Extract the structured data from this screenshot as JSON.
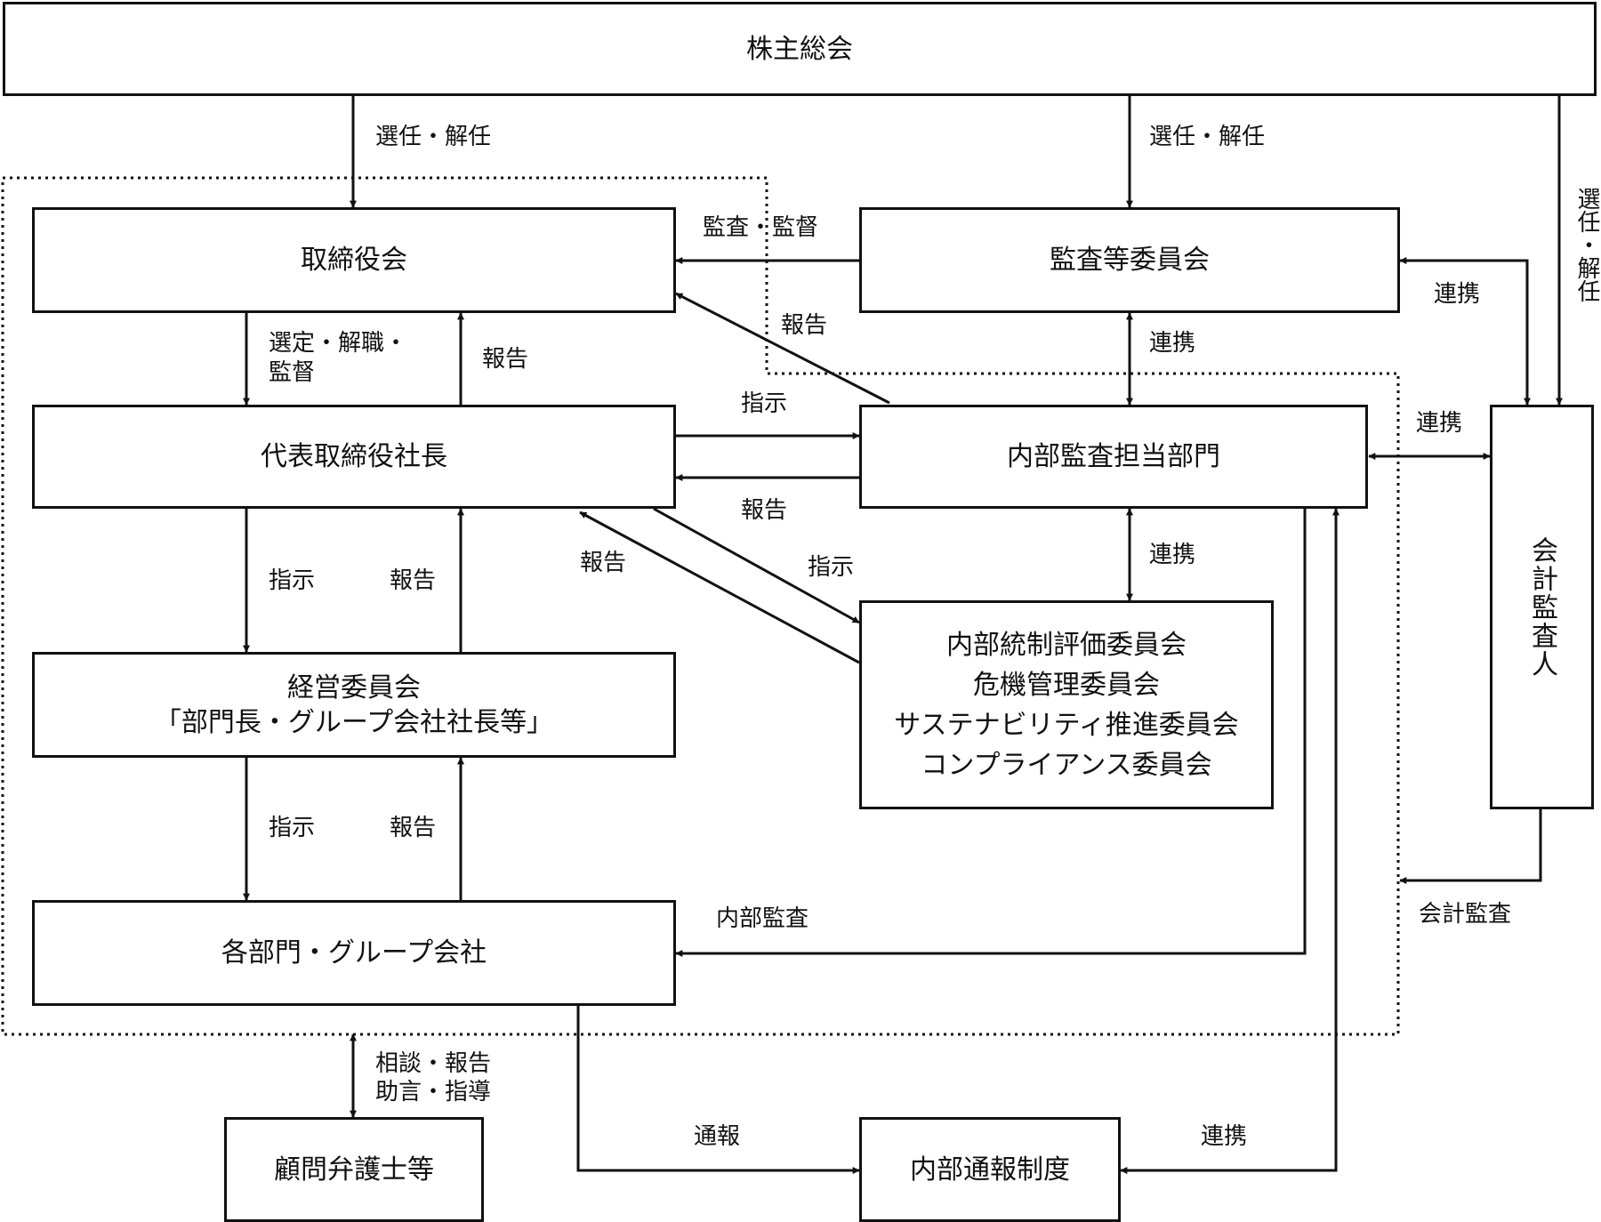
{
  "nodes": {
    "shareholders": "株主総会",
    "board": "取締役会",
    "audit_committee": "監査等委員会",
    "president": "代表取締役社長",
    "internal_audit": "内部監査担当部門",
    "management_committee": [
      "経営委員会",
      "「部門長・グループ会社社長等」"
    ],
    "committees": [
      "内部統制評価委員会",
      "危機管理委員会",
      "サステナビリティ推進委員会",
      "コンプライアンス委員会"
    ],
    "accounting_auditor": "会計監査人",
    "departments": "各部門・グループ会社",
    "legal_advisors": "顧問弁護士等",
    "whistleblowing": "内部通報制度"
  },
  "labels": {
    "elect_dismiss_board": "選任・解任",
    "elect_dismiss_audit": "選任・解任",
    "elect_dismiss_accounting": "選任・解任",
    "audit_supervise": "監査・監督",
    "report_internal_to_board": "報告",
    "select_dismiss_supervise": [
      "選定・解職・",
      "監督"
    ],
    "report_president_to_board": "報告",
    "coop_audit_internal": "連携",
    "coop_audit_accounting": "連携",
    "instruct_president_internal": "指示",
    "report_internal_president": "報告",
    "coop_internal_accounting": "連携",
    "report_committees_president": "報告",
    "instruct_president_committees": "指示",
    "coop_internal_committees": "連携",
    "instruct_president_mgmt": "指示",
    "report_mgmt_president": "報告",
    "instruct_mgmt_depts": "指示",
    "report_depts_mgmt": "報告",
    "internal_audit_depts": "内部監査",
    "accounting_audit": "会計監査",
    "consult_report": "相談・報告",
    "advice_guidance": "助言・指導",
    "whistle_report": "通報",
    "coop_whistle": "連携"
  }
}
